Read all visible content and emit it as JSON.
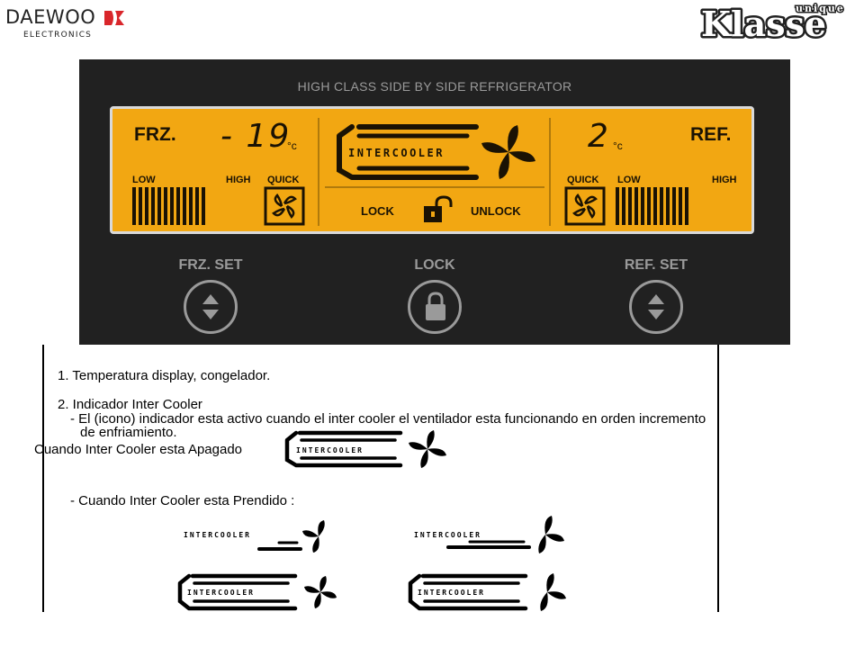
{
  "header": {
    "daewoo_brand": "DAEWOO",
    "daewoo_sub": "ELECTRONICS",
    "klasse_brand": "Klasse",
    "klasse_tagline": "unique"
  },
  "panel": {
    "title": "HIGH CLASS SIDE BY SIDE REFRIGERATOR",
    "freezer": {
      "label": "FRZ.",
      "temp": "- 19",
      "unit": "°c",
      "low": "LOW",
      "high": "HIGH",
      "quick": "QUICK",
      "bar_count": 12
    },
    "center": {
      "intercooler_text": "INTERCOOLER",
      "lock": "LOCK",
      "unlock": "UNLOCK"
    },
    "refrigerator": {
      "label": "REF.",
      "temp": "2",
      "unit": "°c",
      "quick": "QUICK",
      "low": "LOW",
      "high": "HIGH",
      "bar_count": 12
    },
    "buttons": {
      "frz_set": "FRZ. SET",
      "lock": "LOCK",
      "ref_set": "REF. SET"
    },
    "colors": {
      "lcd_background": "#f2a712",
      "panel_background": "#212121",
      "lcd_ink": "#1a1204",
      "button_gray": "#9a9a9a"
    }
  },
  "doc": {
    "item1": "1. Temperatura display, congelador.",
    "item2": "2. Indicador Inter Cooler",
    "item2_desc_line1": "- El (icono)  indicador esta activo cuando el inter cooler el ventilador esta funcionando en orden  incremento",
    "item2_desc_line2": "de enfriamiento.",
    "off_label": "Cuando Inter Cooler esta Apagado",
    "on_label": "- Cuando Inter Cooler esta Prendido :",
    "icon_text": "INTERCOOLER"
  }
}
